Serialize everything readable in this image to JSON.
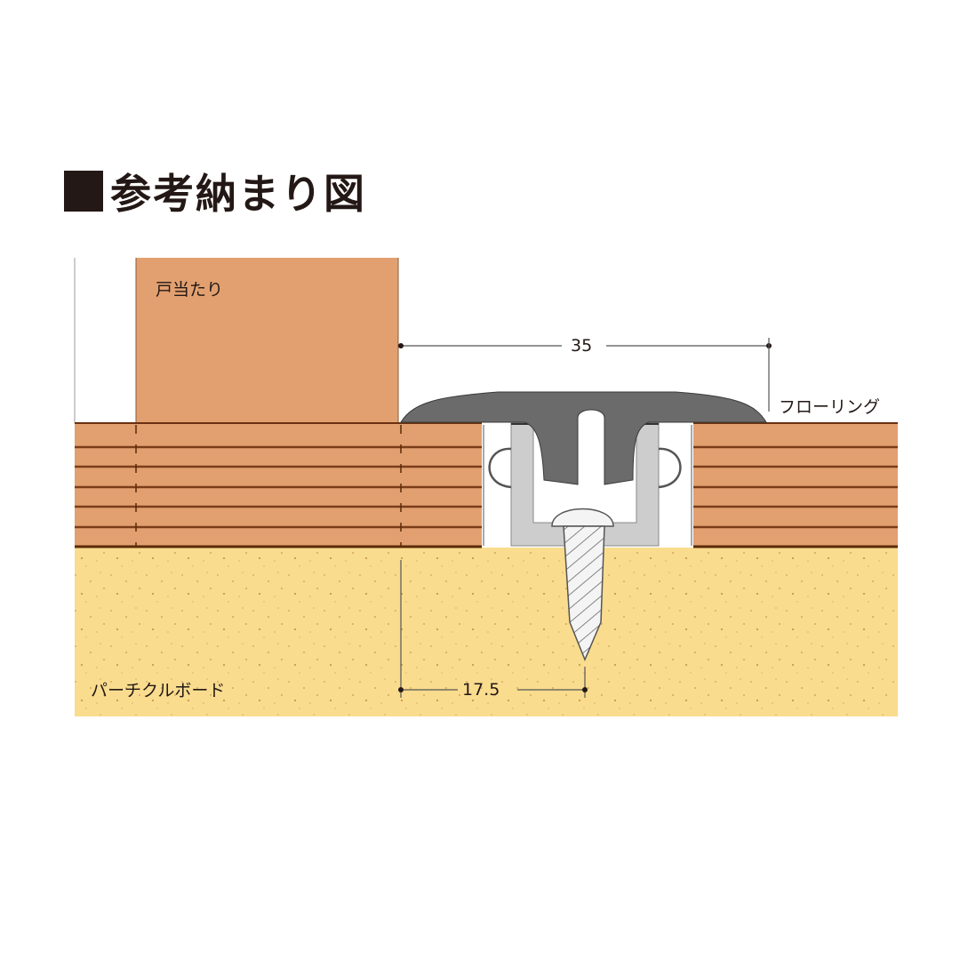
{
  "title": {
    "marker_icon": "black-square-icon",
    "text": "参考納まり図"
  },
  "labels": {
    "door_stop": "戸当たり",
    "flooring": "フローリング",
    "particle_board": "パーチクルボード"
  },
  "dimensions": {
    "width": "35",
    "screw_offset": "17.5"
  },
  "colors": {
    "wood": "#E2A070",
    "wood_line": "#7A3D18",
    "board": "#F9DC8E",
    "profile_dark": "#6B6B6B",
    "profile_light": "#CDCDCD",
    "text": "#231815"
  }
}
